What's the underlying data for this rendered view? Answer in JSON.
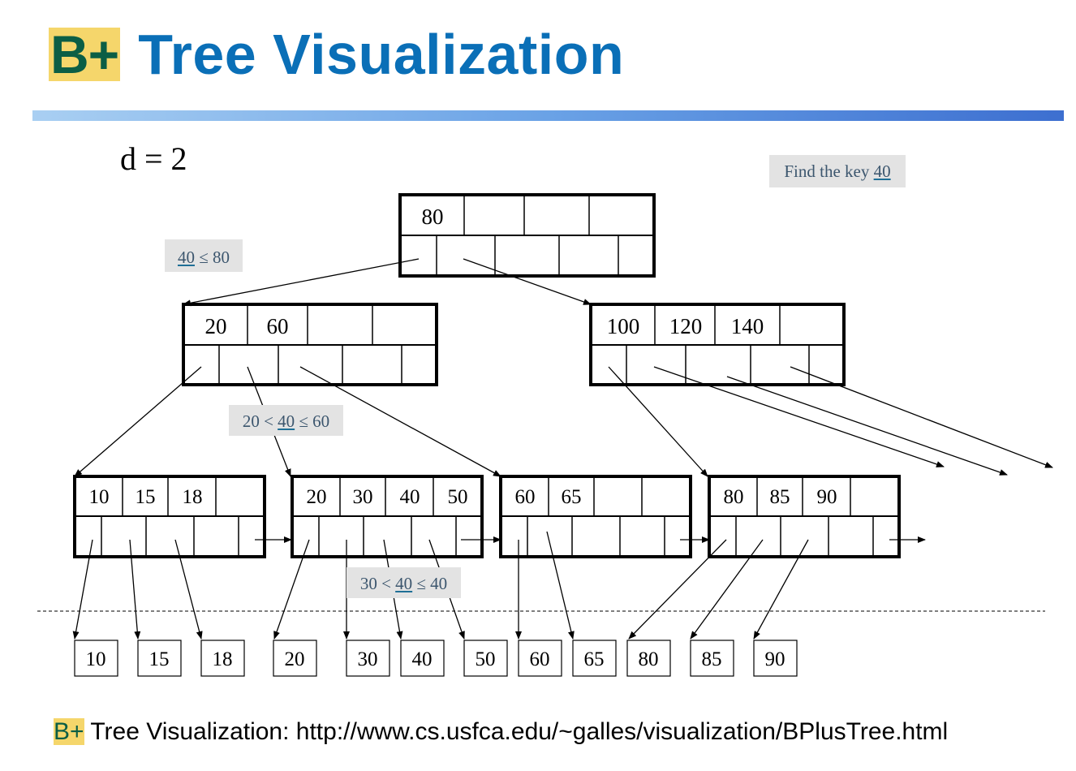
{
  "title": {
    "badge": "B+",
    "text": "Tree Visualization"
  },
  "order_label": "d = 2",
  "annotations": {
    "find": {
      "prefix": "Find the key ",
      "key": "40",
      "suffix": ""
    },
    "root_cmp": {
      "prefix": "",
      "key": "40",
      "suffix": " ≤ 80"
    },
    "internal_cmp": {
      "prefix": "20 < ",
      "key": "40",
      "suffix": " ≤ 60"
    },
    "leaf_cmp": {
      "prefix": "30 < ",
      "key": "40",
      "suffix": " ≤ 40"
    }
  },
  "tree": {
    "root": {
      "keys": [
        "80",
        "",
        "",
        ""
      ]
    },
    "internal": [
      {
        "keys": [
          "20",
          "60",
          "",
          ""
        ]
      },
      {
        "keys": [
          "100",
          "120",
          "140",
          ""
        ]
      }
    ],
    "leaves": [
      {
        "keys": [
          "10",
          "15",
          "18",
          ""
        ]
      },
      {
        "keys": [
          "20",
          "30",
          "40",
          "50"
        ]
      },
      {
        "keys": [
          "60",
          "65",
          "",
          ""
        ]
      },
      {
        "keys": [
          "80",
          "85",
          "90",
          ""
        ]
      }
    ],
    "records": [
      "10",
      "15",
      "18",
      "20",
      "30",
      "40",
      "50",
      "60",
      "65",
      "80",
      "85",
      "90"
    ]
  },
  "footer": {
    "badge": "B+",
    "text": " Tree Visualization: http://www.cs.usfca.edu/~galles/visualization/BPlusTree.html"
  }
}
